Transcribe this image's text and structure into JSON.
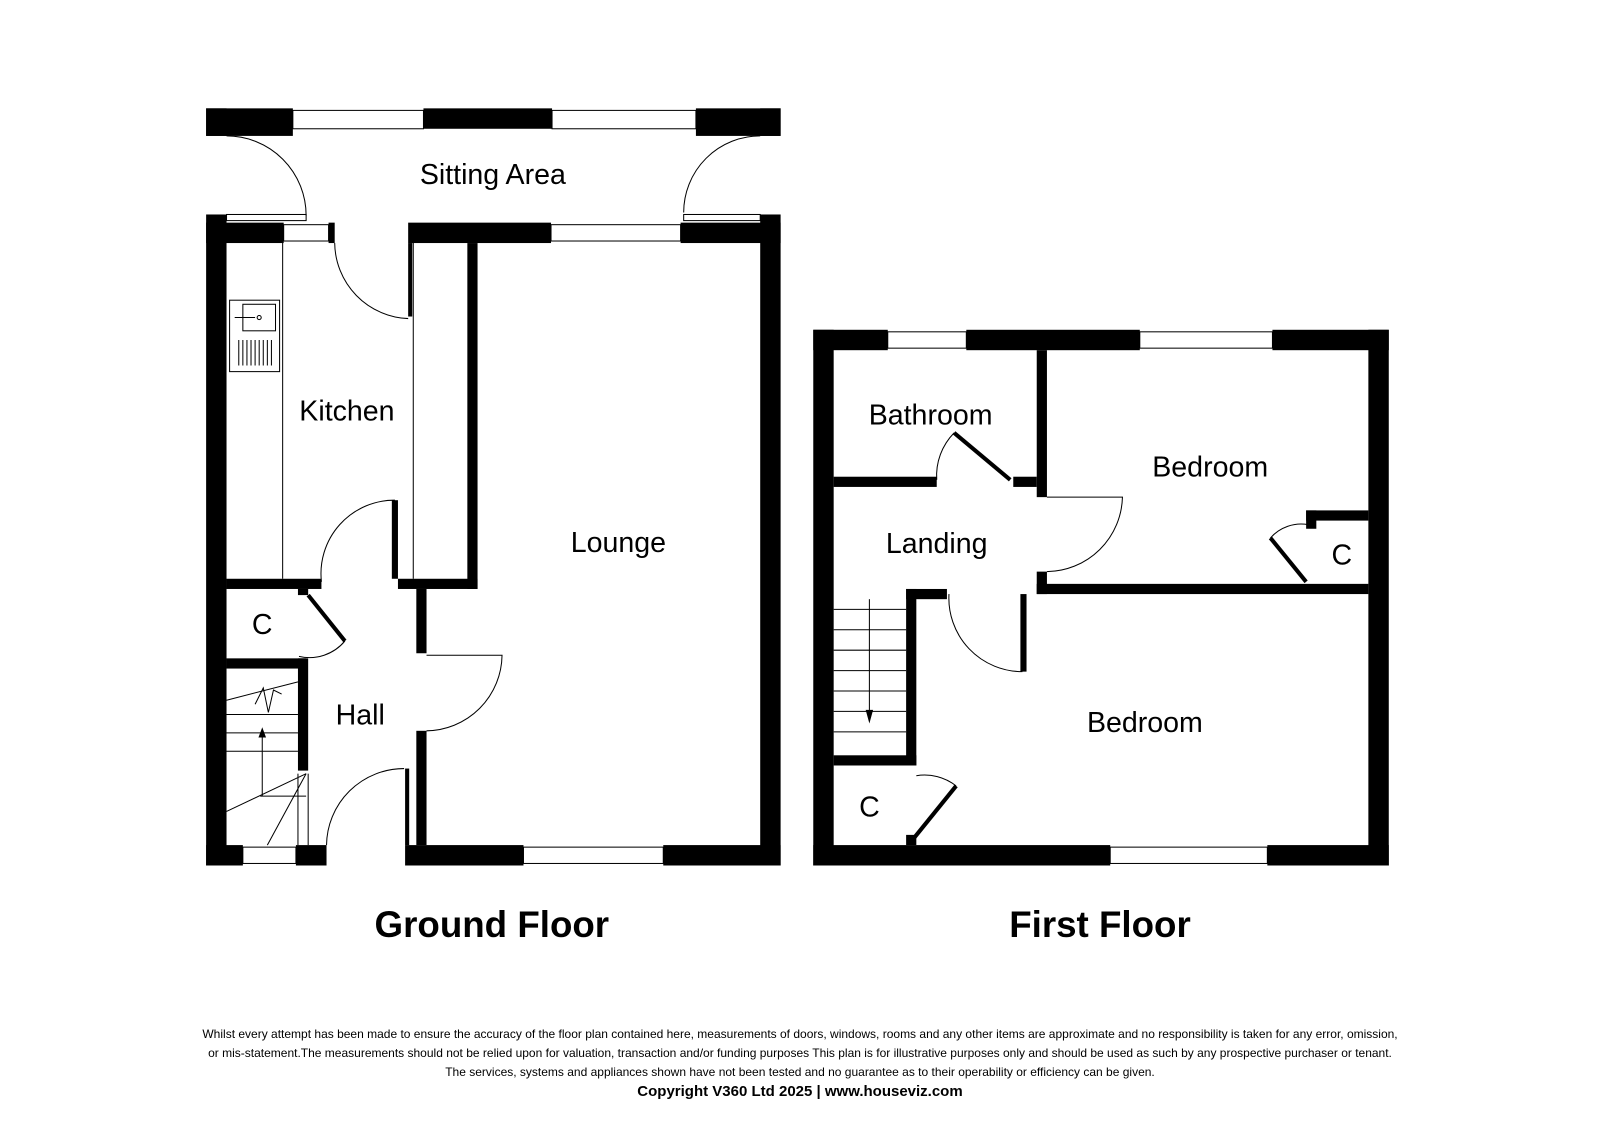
{
  "ground_floor": {
    "title": "Ground Floor",
    "rooms": {
      "sitting_area": "Sitting Area",
      "kitchen": "Kitchen",
      "lounge": "Lounge",
      "hall": "Hall",
      "cupboard": "C"
    }
  },
  "first_floor": {
    "title": "First Floor",
    "rooms": {
      "bathroom": "Bathroom",
      "bedroom1": "Bedroom",
      "landing": "Landing",
      "bedroom2": "Bedroom",
      "cupboard1": "C",
      "cupboard2": "C"
    }
  },
  "footer": {
    "line1": "Whilst every attempt has been made to ensure the accuracy of the floor plan contained here, measurements of doors, windows, rooms and any other items are approximate and no responsibility is taken for any error, omission,",
    "line2": "or mis-statement.The measurements should not be relied upon for valuation, transaction and/or funding purposes This plan is for illustrative purposes only and should be used as such by any prospective purchaser or tenant.",
    "line3": "The services, systems and appliances shown have not been tested and no guarantee as to their operability or efficiency can be given.",
    "copyright": "Copyright V360 Ltd 2025 | www.houseviz.com"
  }
}
